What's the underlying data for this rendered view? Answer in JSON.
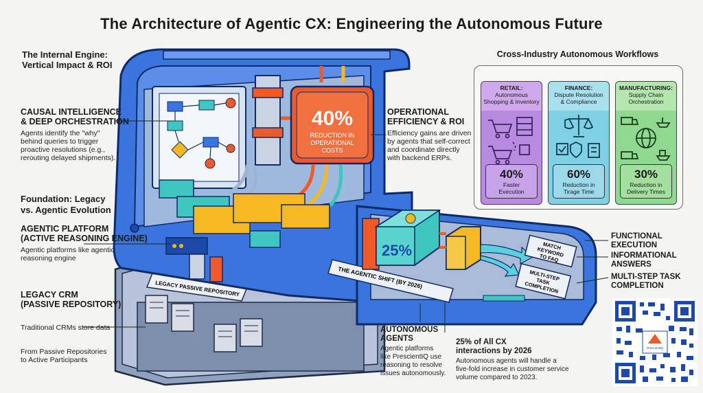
{
  "title": "The Architecture of Agentic CX: Engineering the Autonomous Future",
  "left": {
    "engine_title": [
      "The Internal Engine:",
      "Vertical Impact & ROI"
    ],
    "causal_title": [
      "CAUSAL INTELLIGENCE",
      "& DEEP ORCHESTRATION"
    ],
    "causal_text": [
      "Agents identify the \"why\"",
      "behind queries to trigger",
      "proactive resolutions (e.g.,",
      "rerouting delayed shipments)."
    ],
    "foundation_title": [
      "Foundation: Legacy",
      "vs. Agentic Evolution"
    ],
    "platform_title": [
      "AGENTIC PLATFORM",
      "(ACTIVE REASONING ENGINE)"
    ],
    "platform_text": [
      "Agentic platforms like agentic",
      "reasoning engine"
    ],
    "legacy_title": [
      "LEGACY CRM",
      "(PASSIVE REPOSITORY)"
    ],
    "legacy_text": "Traditional CRMs store data",
    "evolution_text": [
      "From Passive Repositories",
      "to Active Participants"
    ]
  },
  "center": {
    "ops_title": [
      "OPERATIONAL",
      "EFFICIENCY & ROI"
    ],
    "ops_text": [
      "Efficiency gains are driven",
      "by agents that self-correct",
      "and coordinate directly",
      "with backend ERPs."
    ],
    "chip_value": "40%",
    "chip_caption": [
      "REDUCTION IN",
      "OPERATIONAL",
      "COSTS"
    ],
    "cube_value": "25%",
    "legacy_band": "LEGACY PASSIVE REPOSITORY",
    "shift_band": "THE AGENTIC SHIFT (BY 2026)",
    "match_label": [
      "MATCH",
      "KEYWORD",
      "TO FAQ"
    ],
    "multistep_label": [
      "MULTI-STEP",
      "TASK",
      "COMPLETION"
    ],
    "auto_title": [
      "AUTONOMOUS",
      "AGENTS"
    ],
    "auto_text": [
      "Agentic platforms",
      "like PrescientIQ use",
      "reasoning to resolve",
      "issues autonomously."
    ],
    "cx_title": [
      "25% of All CX",
      "interactions by 2026"
    ],
    "cx_text": [
      "Autonomous agents will handle a",
      "five-fold increase in customer service",
      "volume compared to 2023."
    ]
  },
  "right": {
    "functional": [
      "FUNCTIONAL",
      "EXECUTION"
    ],
    "informational": [
      "INFORMATIONAL",
      "ANSWERS"
    ],
    "multistep": [
      "MULTI-STEP TASK",
      "COMPLETION"
    ],
    "qr_caption": "PrescientIQ"
  },
  "workflows": {
    "title": "Cross-Industry Autonomous Workflows",
    "cards": [
      {
        "name": "RETAIL:",
        "sub": [
          "Autonomous",
          "Shopping & Inventory"
        ],
        "value": "40%",
        "caption": [
          "Faster",
          "Execution"
        ],
        "bg": "#b98be0",
        "head": "#cfa9ec",
        "stat": "#c7a3ea"
      },
      {
        "name": "FINANCE:",
        "sub": [
          "Dispute Resolution",
          "& Compliance"
        ],
        "value": "60%",
        "caption": [
          "Reduction in",
          "Tirage Time"
        ],
        "bg": "#7fd0e4",
        "head": "#a8e0ee",
        "stat": "#9bd9ea"
      },
      {
        "name": "MANUFACTURING:",
        "sub": [
          "Supply Chain",
          "Orchestration"
        ],
        "value": "30%",
        "caption": [
          "Reduction in",
          "Delivery Times"
        ],
        "bg": "#8fd88f",
        "head": "#b5e6b0",
        "stat": "#a4e09d"
      }
    ]
  },
  "colors": {
    "blue": "#2f6bd6",
    "blue_dark": "#1d4aa8",
    "orange": "#ef5a2a",
    "yellow": "#f4b822",
    "teal": "#3fc6c0"
  }
}
